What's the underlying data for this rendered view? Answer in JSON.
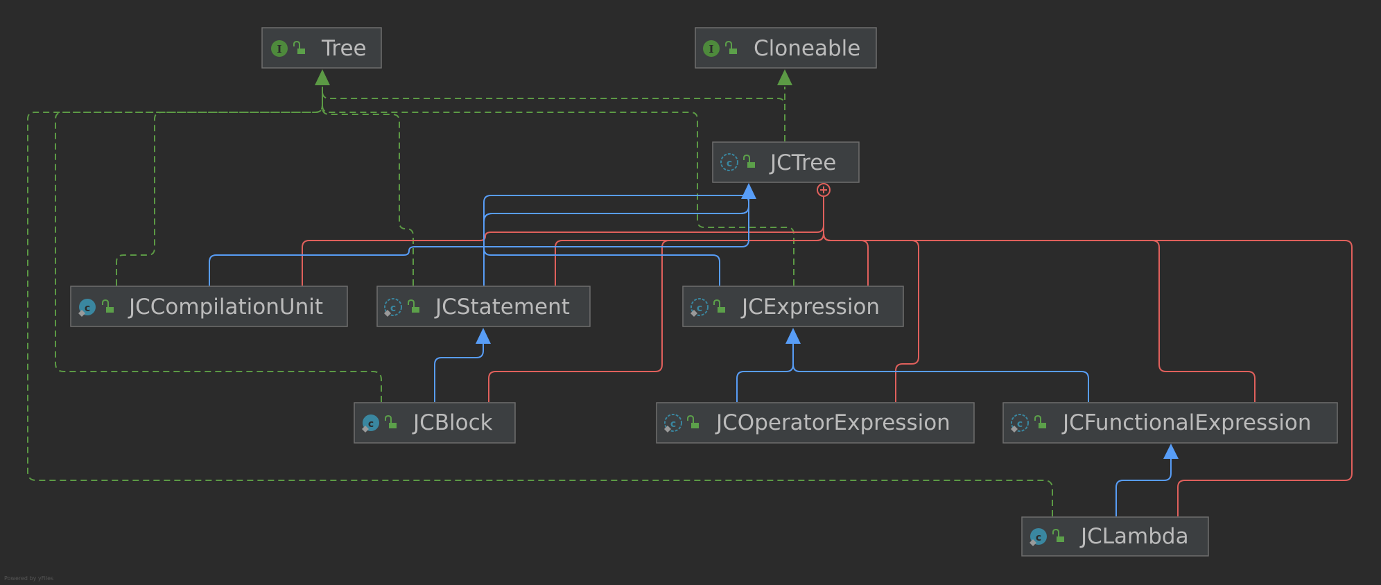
{
  "diagram": {
    "footer_text": "Powered by yFiles",
    "colors": {
      "background": "#2b2b2b",
      "node_fill": "#3c3f41",
      "node_border": "#6e6e6e",
      "label": "#bbbbbb",
      "implements_edge": "#5c9a45",
      "extends_edge": "#589df6",
      "inner_edge": "#e0605c",
      "interface_badge": "#4e8a3c",
      "class_badge": "#3a87a0"
    },
    "nodes": [
      {
        "id": "tree",
        "label": "Tree",
        "kind": "interface"
      },
      {
        "id": "cloneable",
        "label": "Cloneable",
        "kind": "interface"
      },
      {
        "id": "jctree",
        "label": "JCTree",
        "kind": "abstract-class"
      },
      {
        "id": "jccompilationunit",
        "label": "JCCompilationUnit",
        "kind": "class"
      },
      {
        "id": "jcstatement",
        "label": "JCStatement",
        "kind": "abstract-class"
      },
      {
        "id": "jcexpression",
        "label": "JCExpression",
        "kind": "abstract-class"
      },
      {
        "id": "jcblock",
        "label": "JCBlock",
        "kind": "class"
      },
      {
        "id": "jcoperatorexpression",
        "label": "JCOperatorExpression",
        "kind": "abstract-class"
      },
      {
        "id": "jcfunctionalexpression",
        "label": "JCFunctionalExpression",
        "kind": "abstract-class"
      },
      {
        "id": "jclambda",
        "label": "JCLambda",
        "kind": "class"
      }
    ],
    "edges": [
      {
        "id": "implements-jctree-cloneable",
        "type": "implements",
        "from": "jctree",
        "to": "cloneable"
      },
      {
        "id": "implements-jctree-tree",
        "type": "implements",
        "from": "jctree",
        "to": "tree"
      },
      {
        "id": "implements-jccompilationunit-tree",
        "type": "implements",
        "from": "jccompilationunit",
        "to": "tree"
      },
      {
        "id": "implements-jcstatement-tree",
        "type": "implements",
        "from": "jcstatement",
        "to": "tree"
      },
      {
        "id": "implements-jcexpression-tree",
        "type": "implements",
        "from": "jcexpression",
        "to": "tree"
      },
      {
        "id": "implements-jcblock-tree",
        "type": "implements",
        "from": "jcblock",
        "to": "tree"
      },
      {
        "id": "implements-jclambda-tree",
        "type": "implements",
        "from": "jclambda",
        "to": "tree"
      },
      {
        "id": "extends-jccompilationunit-jctree",
        "type": "extends",
        "from": "jccompilationunit",
        "to": "jctree"
      },
      {
        "id": "extends-jcstatement-jctree",
        "type": "extends",
        "from": "jcstatement",
        "to": "jctree"
      },
      {
        "id": "extends-jcexpression-jctree",
        "type": "extends",
        "from": "jcexpression",
        "to": "jctree"
      },
      {
        "id": "extends-jcblock-jcstatement",
        "type": "extends",
        "from": "jcblock",
        "to": "jcstatement"
      },
      {
        "id": "extends-jcoperatorexpression-jcexpression",
        "type": "extends",
        "from": "jcoperatorexpression",
        "to": "jcexpression"
      },
      {
        "id": "extends-jcfunctionalexpression-jcexpression",
        "type": "extends",
        "from": "jcfunctionalexpression",
        "to": "jcexpression"
      },
      {
        "id": "extends-jclambda-jcfunctionalexpression",
        "type": "extends",
        "from": "jclambda",
        "to": "jcfunctionalexpression"
      },
      {
        "id": "inner-jccompilationunit-jctree",
        "type": "inner",
        "from": "jccompilationunit",
        "to": "jctree"
      },
      {
        "id": "inner-jcstatement-jctree",
        "type": "inner",
        "from": "jcstatement",
        "to": "jctree"
      },
      {
        "id": "inner-jcexpression-jctree",
        "type": "inner",
        "from": "jcexpression",
        "to": "jctree"
      },
      {
        "id": "inner-jcblock-jctree",
        "type": "inner",
        "from": "jcblock",
        "to": "jctree"
      },
      {
        "id": "inner-jcoperatorexpression-jctree",
        "type": "inner",
        "from": "jcoperatorexpression",
        "to": "jctree"
      },
      {
        "id": "inner-jcfunctionalexpression-jctree",
        "type": "inner",
        "from": "jcfunctionalexpression",
        "to": "jctree"
      },
      {
        "id": "inner-jclambda-jctree",
        "type": "inner",
        "from": "jclambda",
        "to": "jctree"
      }
    ]
  }
}
